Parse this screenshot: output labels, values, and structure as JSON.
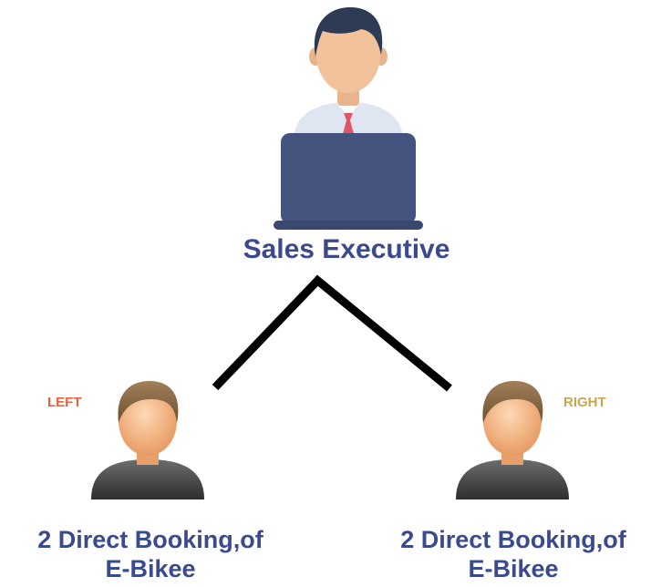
{
  "diagram": {
    "root": {
      "title": "Sales Executive"
    },
    "left": {
      "tag": "LEFT",
      "caption_line1": "2 Direct Booking,of",
      "caption_line2": "E-Bikee"
    },
    "right": {
      "tag": "RIGHT",
      "caption_line1": "2 Direct Booking,of",
      "caption_line2": "E-Bikee"
    }
  },
  "colors": {
    "title_text": "#3a4a8c",
    "left_tag": "#e8603c",
    "right_tag": "#c9a54a",
    "connector": "#000000",
    "laptop": "#44547e"
  },
  "icons": {
    "root": "sales-executive-laptop-icon",
    "left": "user-avatar-icon",
    "right": "user-avatar-icon"
  }
}
